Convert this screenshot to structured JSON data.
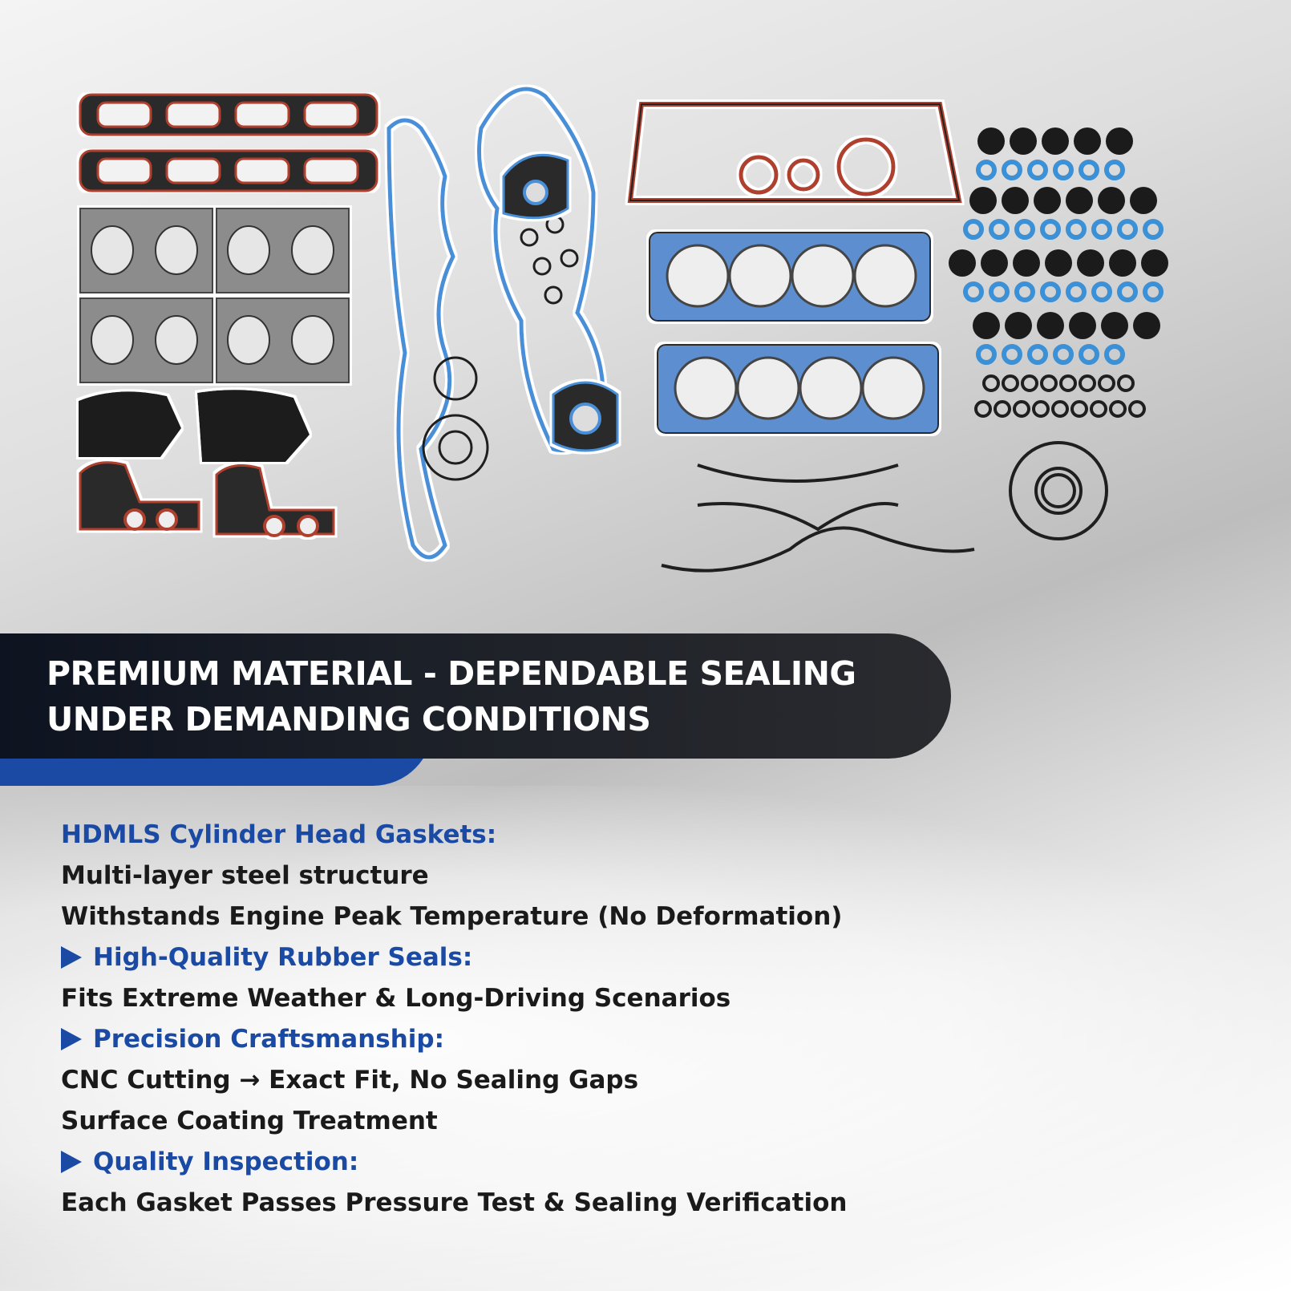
{
  "banner": {
    "title": "PREMIUM MATERIAL - DEPENDABLE SEALING UNDER DEMANDING CONDITIONS"
  },
  "features": {
    "hdmls_heading": "HDMLS Cylinder Head Gaskets:",
    "hdmls_line_1": "Multi-layer steel structure",
    "hdmls_line_2": "Withstands Engine Peak Temperature (No Deformation)",
    "rubber_heading": "High-Quality Rubber Seals:",
    "rubber_line_1": "Fits Extreme Weather & Long-Driving Scenarios",
    "precision_heading": "Precision Craftsmanship:",
    "precision_line_1": "CNC Cutting → Exact Fit, No Sealing Gaps",
    "precision_line_2": "Surface Coating Treatment",
    "inspection_heading": "Quality Inspection:",
    "inspection_line_1": "Each Gasket Passes Pressure Test & Sealing Verification"
  },
  "colors": {
    "accent_blue": "#1a4aa3",
    "banner_dark": "#1b1f27",
    "gasket_red": "#b0402e",
    "gasket_blue": "#4a8fd8"
  },
  "icons": {
    "bullet": "triangle-right-icon"
  }
}
